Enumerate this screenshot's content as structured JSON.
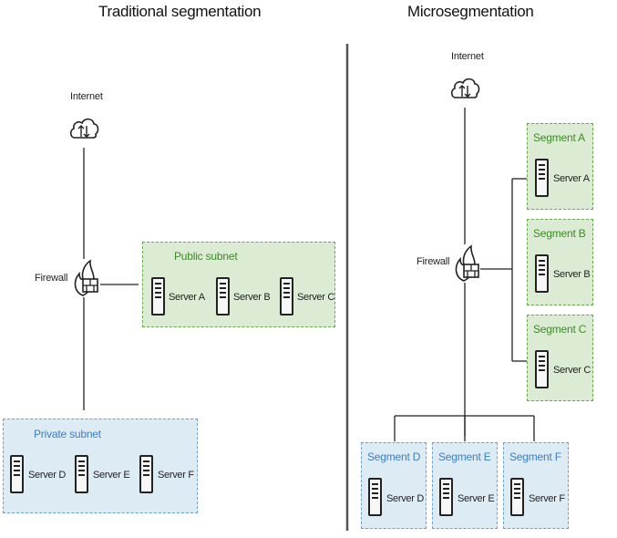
{
  "left": {
    "title": "Traditional segmentation",
    "internet_label": "Internet",
    "firewall_label": "Firewall",
    "public_subnet": {
      "title": "Public subnet",
      "servers": [
        "Server A",
        "Server B",
        "Server C"
      ]
    },
    "private_subnet": {
      "title": "Private subnet",
      "servers": [
        "Server D",
        "Server E",
        "Server F"
      ]
    }
  },
  "right": {
    "title": "Microsegmentation",
    "internet_label": "Internet",
    "firewall_label": "Firewall",
    "segments": [
      {
        "title": "Segment A",
        "server": "Server A"
      },
      {
        "title": "Segment B",
        "server": "Server B"
      },
      {
        "title": "Segment C",
        "server": "Server C"
      },
      {
        "title": "Segment D",
        "server": "Server D"
      },
      {
        "title": "Segment E",
        "server": "Server E"
      },
      {
        "title": "Segment F",
        "server": "Server F"
      }
    ]
  },
  "colors": {
    "green_fill": "#dcebd3",
    "green_border": "#6aa84f",
    "green_text": "#3d8b26",
    "blue_fill": "#ddebf5",
    "blue_border": "#6fa0cc",
    "blue_text": "#3d7fbf",
    "line": "#222222",
    "divider": "#555555"
  },
  "icons": [
    "cloud-icon",
    "firewall-icon",
    "server-icon"
  ]
}
